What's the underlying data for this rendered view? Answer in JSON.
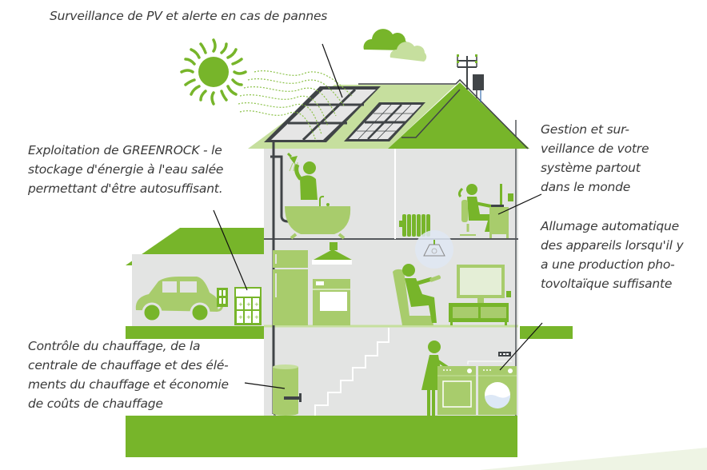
{
  "colors": {
    "green": "#77b52a",
    "light_green": "#a8cc6c",
    "pale_green": "#c6df9e",
    "wall_grey": "#e3e4e3",
    "dark_grey": "#404447",
    "text": "#3a3a3a"
  },
  "callouts": {
    "pv_monitoring": {
      "lines": [
        "Surveillance de PV et alerte en cas de pannes"
      ]
    },
    "greenrock": {
      "lines": [
        "Exploitation de GREENROCK - le",
        "stockage d'énergie à l'eau salée",
        "permettant d'être autosuffisant."
      ]
    },
    "remote_management": {
      "lines": [
        "Gestion et sur-",
        "veillance de votre",
        "système partout",
        "dans le monde"
      ]
    },
    "auto_switch": {
      "lines": [
        "Allumage automatique",
        "des appareils lorsqu'il y",
        "a une production pho-",
        "tovoltaïque suffisante"
      ]
    },
    "heating": {
      "lines": [
        "Contrôle du chauffage, de la",
        "centrale de chauffage et des élé-",
        "ments du chauffage et économie",
        "de coûts de chauffage"
      ]
    }
  },
  "icons": [
    "sun-icon",
    "cloud-icon",
    "solar-panel-icon",
    "antenna-icon",
    "router-box-icon",
    "shower-icon",
    "bathtub-icon",
    "person-icon",
    "radiator-icon",
    "desk-icon",
    "computer-icon",
    "lamp-icon",
    "fridge-icon",
    "hood-icon",
    "oven-icon",
    "armchair-icon",
    "tv-icon",
    "tv-stand-icon",
    "car-icon",
    "charger-icon",
    "battery-storage-icon",
    "boiler-icon",
    "stairs-icon",
    "dryer-icon",
    "washing-machine-icon",
    "power-strip-icon"
  ]
}
